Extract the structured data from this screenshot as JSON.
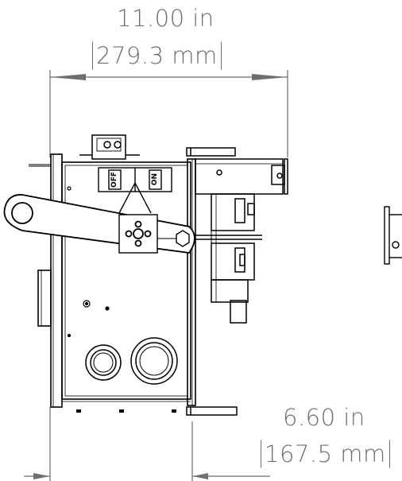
{
  "dimensions": {
    "width": {
      "imperial": "11.00 in",
      "metric": "279.3 mm"
    },
    "height": {
      "imperial": "6.60 in",
      "metric": "167.5 mm"
    }
  },
  "panel_labels": {
    "left": "OFF",
    "right": "ON"
  },
  "colors": {
    "line": "#000000",
    "dimension": "#6e6e6e",
    "background": "#ffffff"
  }
}
